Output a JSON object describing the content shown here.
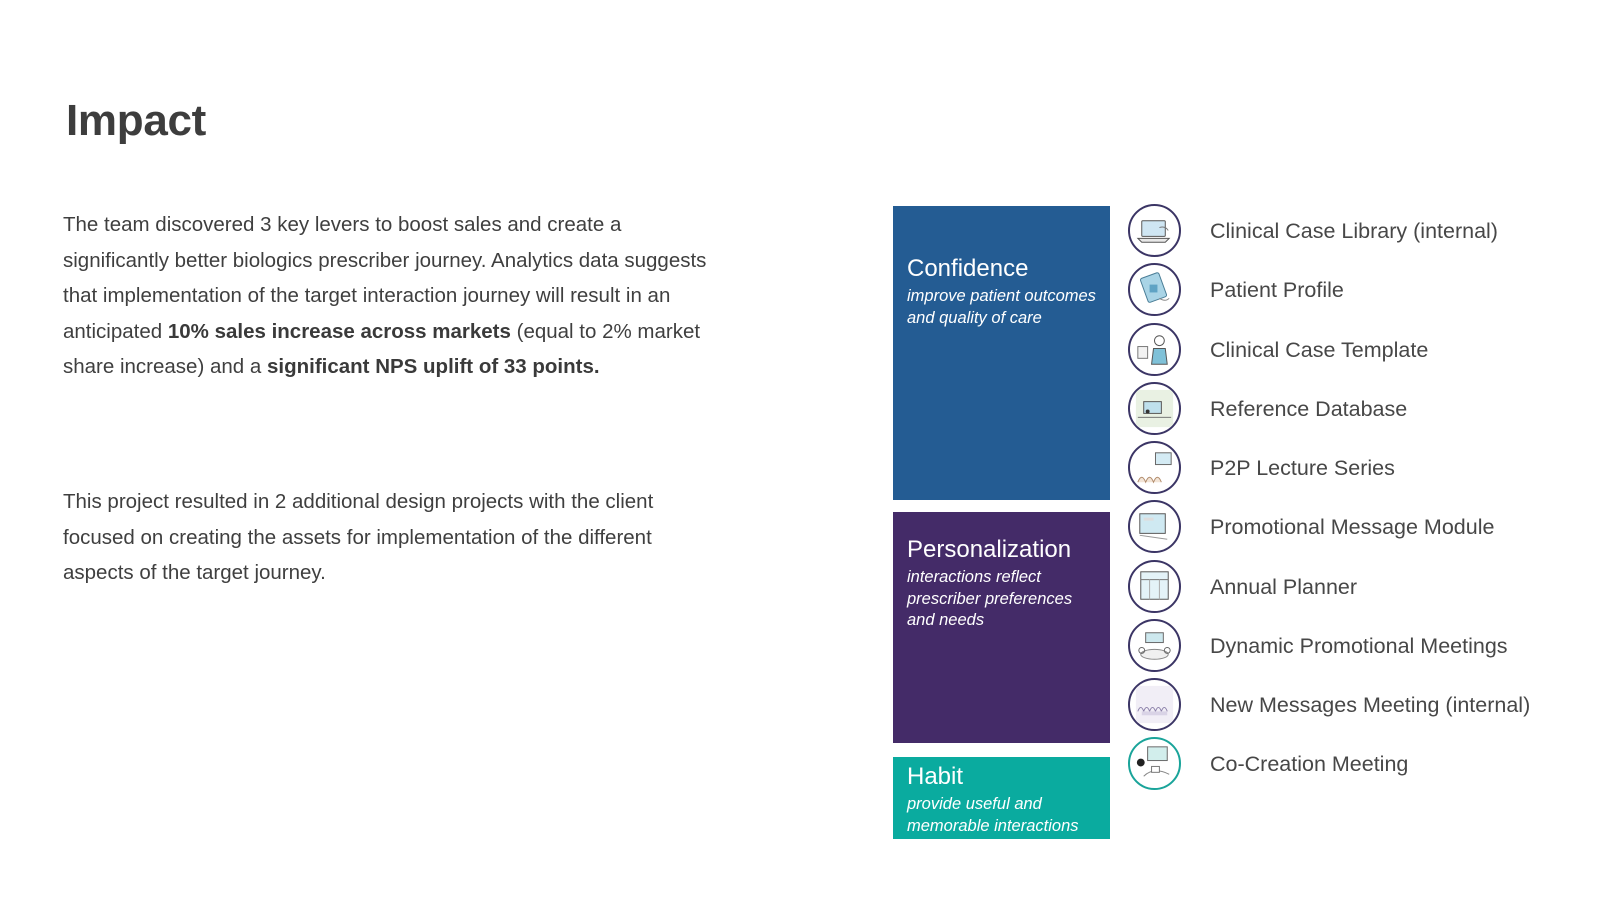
{
  "page": {
    "title": "Impact",
    "paragraph1": {
      "t1": "The team discovered 3 key levers to boost sales and create a significantly better biologics prescriber journey. Analytics data suggests that implementation of the target interaction journey will result in an anticipated ",
      "b1": "10% sales increase across markets",
      "t2": " (equal to 2% market share increase) and a ",
      "b2": "significant NPS uplift of 33 points."
    },
    "paragraph2": "This project resulted in 2 additional design projects with the client focused on creating the assets for implementation of the different aspects of the target journey."
  },
  "levers": [
    {
      "title": "Confidence",
      "subtitle": "improve patient outcomes and quality of care",
      "color": "#245c93"
    },
    {
      "title": "Personalization",
      "subtitle": "interactions reflect prescriber preferences and needs",
      "color": "#442b68"
    },
    {
      "title": "Habit",
      "subtitle": "provide useful and memorable interactions",
      "color": "#0aab9f"
    }
  ],
  "assets": [
    {
      "label": "Clinical Case Library (internal)",
      "icon": "laptop-illustration-icon"
    },
    {
      "label": "Patient Profile",
      "icon": "tablet-hand-illustration-icon"
    },
    {
      "label": "Clinical Case Template",
      "icon": "doctor-illustration-icon"
    },
    {
      "label": "Reference Database",
      "icon": "desk-monitor-illustration-icon"
    },
    {
      "label": "P2P Lecture Series",
      "icon": "lecture-audience-illustration-icon"
    },
    {
      "label": "Promotional Message Module",
      "icon": "tablet-screen-illustration-icon"
    },
    {
      "label": "Annual Planner",
      "icon": "calendar-screen-illustration-icon"
    },
    {
      "label": "Dynamic Promotional Meetings",
      "icon": "meeting-illustration-icon"
    },
    {
      "label": "New Messages Meeting (internal)",
      "icon": "group-meeting-illustration-icon"
    },
    {
      "label": "Co-Creation Meeting",
      "icon": "workshop-illustration-icon"
    }
  ]
}
